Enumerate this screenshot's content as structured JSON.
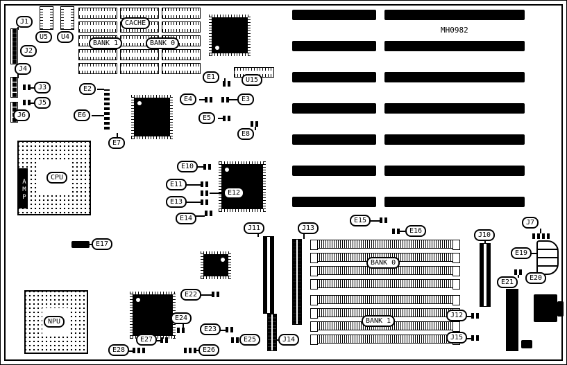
{
  "board": {
    "part_number": "MH0982",
    "background": "#ffffff",
    "line_color": "#000000"
  },
  "labels": {
    "j1": "J1",
    "j2": "J2",
    "j3": "J3",
    "j4": "J4",
    "j5": "J5",
    "j6": "J6",
    "j7": "J7",
    "j10": "J10",
    "j11": "J11",
    "j12": "J12",
    "j13": "J13",
    "j14": "J14",
    "j15": "J15",
    "e1": "E1",
    "e2": "E2",
    "e3": "E3",
    "e4": "E4",
    "e5": "E5",
    "e6": "E6",
    "e7": "E7",
    "e8": "E8",
    "e10": "E10",
    "e11": "E11",
    "e12": "E12",
    "e13": "E13",
    "e14": "E14",
    "e15": "E15",
    "e16": "E16",
    "e17": "E17",
    "e19": "E19",
    "e20": "E20",
    "e21": "E21",
    "e22": "E22",
    "e23": "E23",
    "e24": "E24",
    "e25": "E25",
    "e26": "E26",
    "e27": "E27",
    "e28": "E28",
    "u4": "U4",
    "u5": "U5",
    "u15": "U15",
    "cache": "CACHE",
    "bank0_dip": "BANK 0",
    "bank1_dip": "BANK 1",
    "bank0_simm": "BANK 0",
    "bank1_simm": "BANK 1",
    "cpu": "CPU",
    "npu": "NPU",
    "amp": "AMP"
  }
}
